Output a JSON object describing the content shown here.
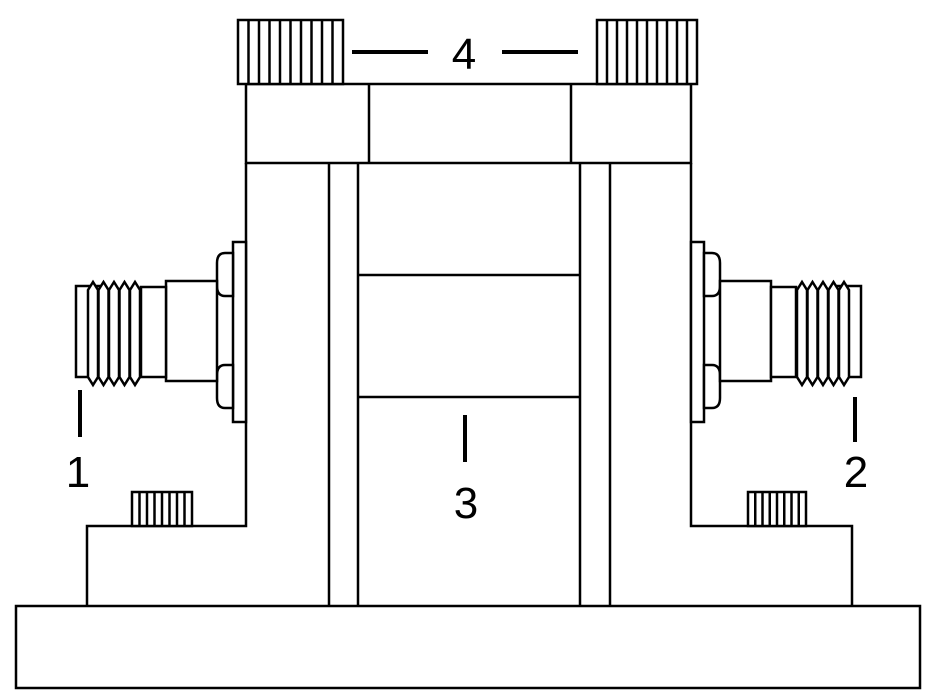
{
  "diagram": {
    "labels": {
      "port1": "1",
      "port2": "2",
      "center": "3",
      "tuning_screws": "4"
    },
    "colors": {
      "line": "#000000",
      "background": "#ffffff"
    }
  }
}
